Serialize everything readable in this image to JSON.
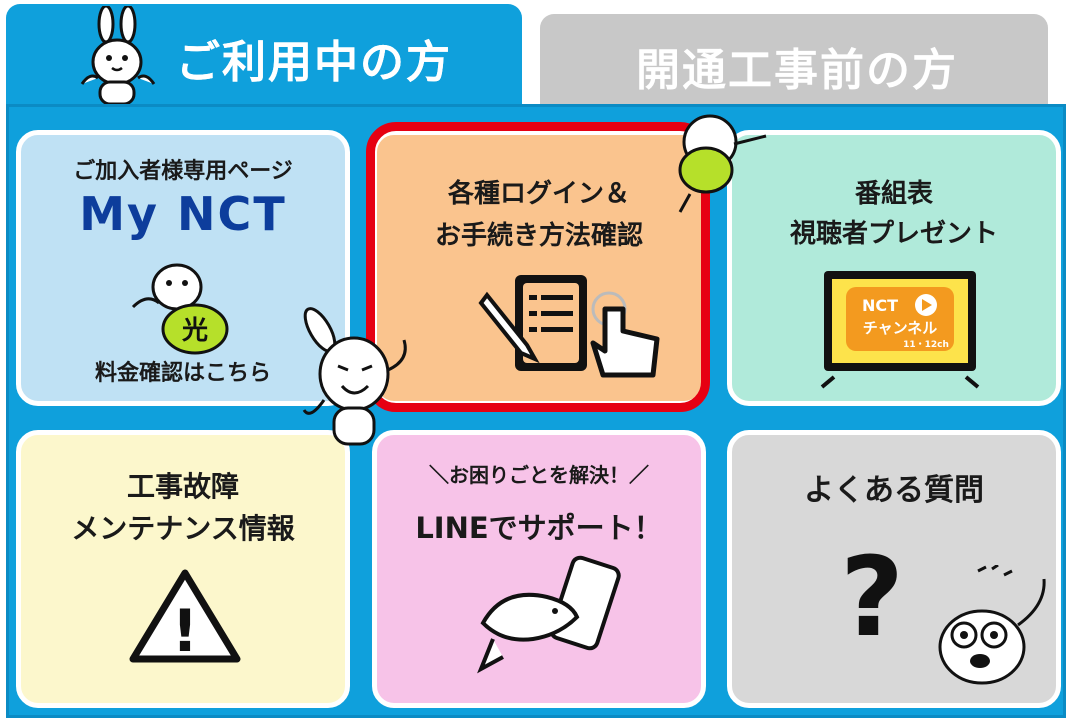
{
  "tabs": {
    "active_label": "ご利用中の方",
    "inactive_label": "開通工事前の方"
  },
  "cards": {
    "mynct": {
      "subtitle": "ご加入者様専用ページ",
      "title": "My NCT",
      "bottom": "料金確認はこちら",
      "badge": "光"
    },
    "login": {
      "line1": "各種ログイン＆",
      "line2": "お手続き方法確認"
    },
    "tv": {
      "line1": "番組表",
      "line2": "視聴者プレゼント",
      "screen_brand": "NCT",
      "screen_channel": "チャンネル",
      "screen_number": "11・12ch"
    },
    "repair": {
      "line1": "工事故障",
      "line2": "メンテナンス情報",
      "warning_glyph": "!"
    },
    "line": {
      "line1": "＼お困りごとを解決！／",
      "line2": "LINEでサポート！"
    },
    "faq": {
      "line1": "よくある質問",
      "glyph": "?"
    }
  },
  "colors": {
    "brand_blue": "#0fa0dc",
    "highlight_red": "#e60012",
    "mynct_blue": "#0d3d9c"
  }
}
